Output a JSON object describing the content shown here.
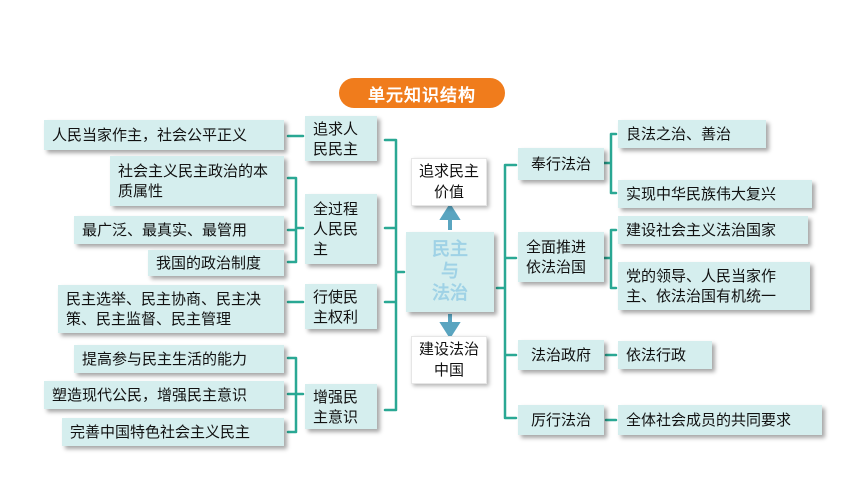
{
  "title": "单元知识结构",
  "center": {
    "line1": "民主",
    "line2": "与",
    "line3": "法治"
  },
  "top_node": "追求民主价值",
  "bottom_node": "建设法治中国",
  "left": {
    "cat1": "追求人民民主",
    "cat2": "全过程人民民主",
    "cat3": "行使民主权利",
    "cat4": "增强民主意识",
    "item1": "人民当家作主，社会公平正义",
    "item2": "社会主义民主政治的本质属性",
    "item3": "最广泛、最真实、最管用",
    "item4": "我国的政治制度",
    "item5": "民主选举、民主协商、民主决策、民主监督、民主管理",
    "item6": "提高参与民主生活的能力",
    "item7": "塑造现代公民，增强民主意识",
    "item8": "完善中国特色社会主义民主"
  },
  "right": {
    "cat1": "奉行法治",
    "cat2": "全面推进依法治国",
    "cat3": "法治政府",
    "cat4": "厉行法治",
    "item1": "良法之治、善治",
    "item2": "实现中华民族伟大复兴",
    "item3": "建设社会主义法治国家",
    "item4": "党的领导、人民当家作主、依法治国有机统一",
    "item5": "依法行政",
    "item6": "全体社会成员的共同要求"
  },
  "colors": {
    "accent": "#f07c1c",
    "box": "#d5eeee",
    "line": "#2aa894",
    "arrow": "#5aa5c0",
    "center_text": "#9fd2e6"
  }
}
